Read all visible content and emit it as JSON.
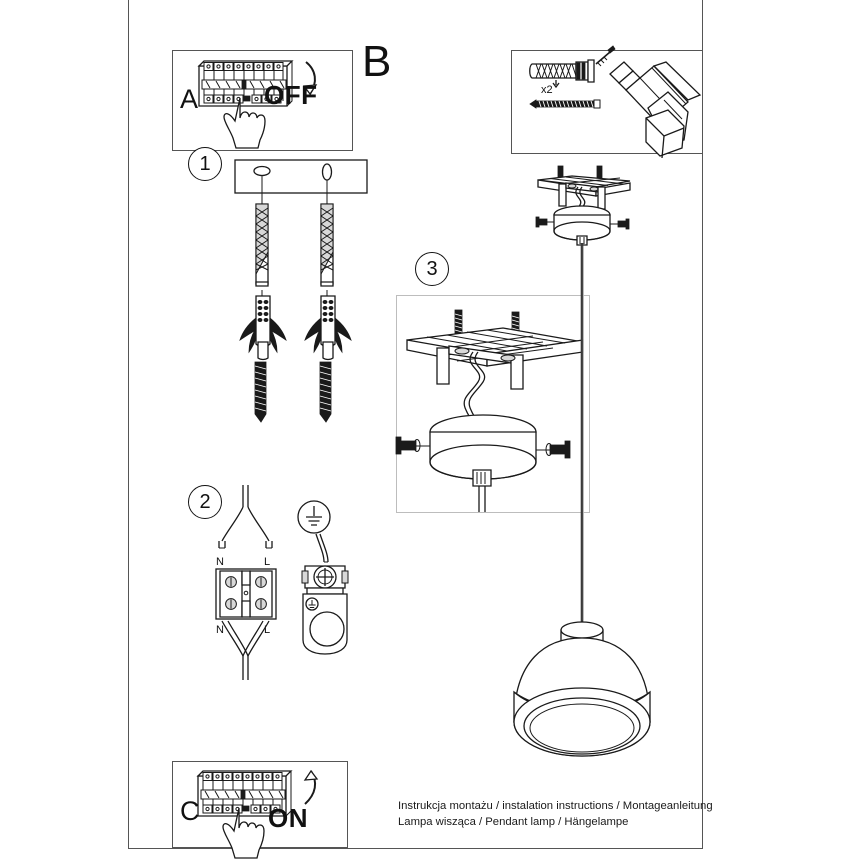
{
  "document": {
    "type": "installation-instruction-sheet",
    "product": "Pendant lamp"
  },
  "footer": {
    "line1": "Instrukcja montażu / instalation instructions / Montageanleitung",
    "line2": "Lampa wisząca / Pendant lamp / Hängelampe"
  },
  "panels": {
    "a": {
      "label": "A",
      "action_text": "OFF",
      "icon": "fuse-box-hand-switch-off-icon",
      "arrow": "curved-arrow-down-icon"
    },
    "b": {
      "label": "B",
      "tools": {
        "dowel_icon": "wall-plug-dowel-icon",
        "dowel_qty": "x2",
        "screw_icon": "screw-icon",
        "drill_icon": "power-drill-icon"
      }
    },
    "c": {
      "label": "C",
      "action_text": "ON",
      "icon": "fuse-box-hand-switch-on-icon",
      "arrow": "curved-arrow-up-icon"
    }
  },
  "steps": [
    {
      "number": "1",
      "caption": "",
      "icon": "ceiling-drill-holes-dowels-screws-icon"
    },
    {
      "number": "2",
      "caption": "",
      "icon": "terminal-block-wiring-icon",
      "terminal_labels": {
        "top_left": "N",
        "top_right": "L",
        "bottom_left": "N",
        "bottom_right": "L"
      },
      "earth_symbol": "earth-ground-icon"
    },
    {
      "number": "3",
      "caption": "",
      "icon": "canopy-bracket-mounting-icon"
    }
  ],
  "assembly": {
    "ceiling_plate_icon": "ceiling-mount-plate-icon",
    "canopy_icon": "canopy-cylinder-icon",
    "cord_icon": "suspension-cord-icon",
    "socket_icon": "lamp-socket-icon",
    "shade_icon": "dome-lampshade-icon"
  },
  "colors": {
    "line": "#1a1a1a",
    "frame": "#555555",
    "light_frame": "#bdbdbd",
    "metal": "#9a9a9a",
    "background": "#ffffff"
  }
}
